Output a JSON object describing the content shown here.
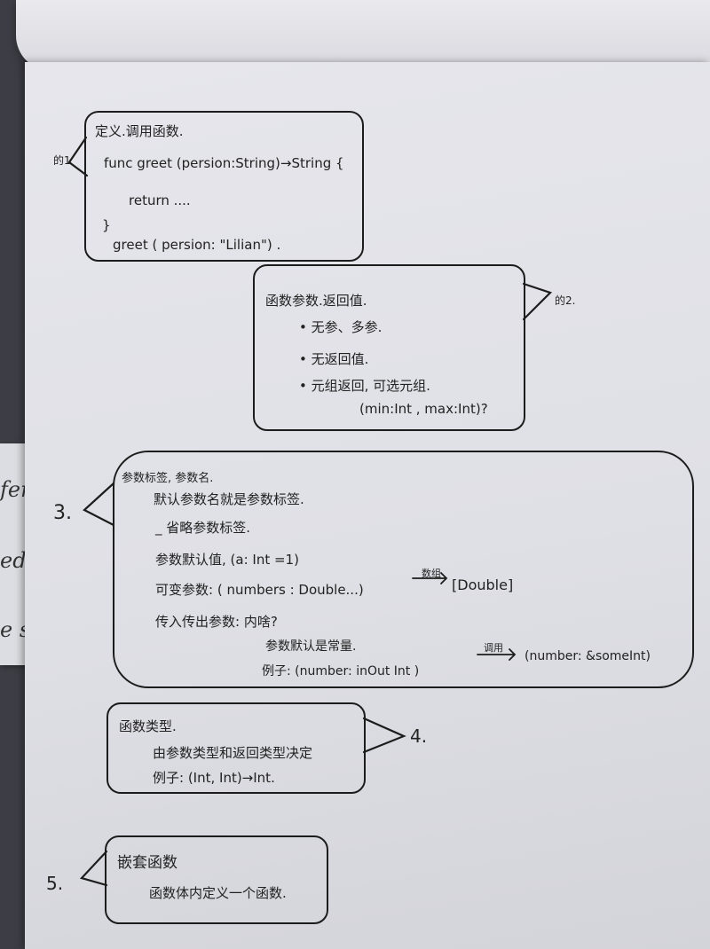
{
  "side_paper": {
    "fragments": [
      "fer",
      "edi",
      "e sa"
    ]
  },
  "notes": {
    "n1": {
      "marker": "的1",
      "title": "定义.调用函数.",
      "lines": [
        "func greet (persion:String)→String {",
        "return ....",
        "}",
        "greet ( persion: \"Lilian\") ."
      ]
    },
    "n2": {
      "marker": "的2.",
      "title": "函数参数.返回值.",
      "bullets": [
        "• 无参、多参.",
        "• 无返回值.",
        "• 元组返回, 可选元组."
      ],
      "extra": "(min:Int , max:Int)?"
    },
    "n3": {
      "marker": "3.",
      "title": "参数标签, 参数名.",
      "lines": [
        "默认参数名就是参数标签.",
        "_ 省略参数标签.",
        "参数默认值, (a: Int =1)",
        "可变参数: ( numbers : Double...)",
        "传入传出参数: 内啥?",
        "参数默认是常量.",
        "例子: (number: inOut Int )",
        "(number: &someInt)"
      ],
      "arrow1_label": "数组",
      "arrow1_target": "[Double]",
      "arrow2_label": "调用"
    },
    "n4": {
      "marker": "4.",
      "title": "函数类型.",
      "lines": [
        "由参数类型和返回类型决定",
        "例子: (Int, Int)→Int."
      ]
    },
    "n5": {
      "marker": "5.",
      "title": "嵌套函数",
      "lines": [
        "函数体内定义一个函数."
      ]
    }
  }
}
